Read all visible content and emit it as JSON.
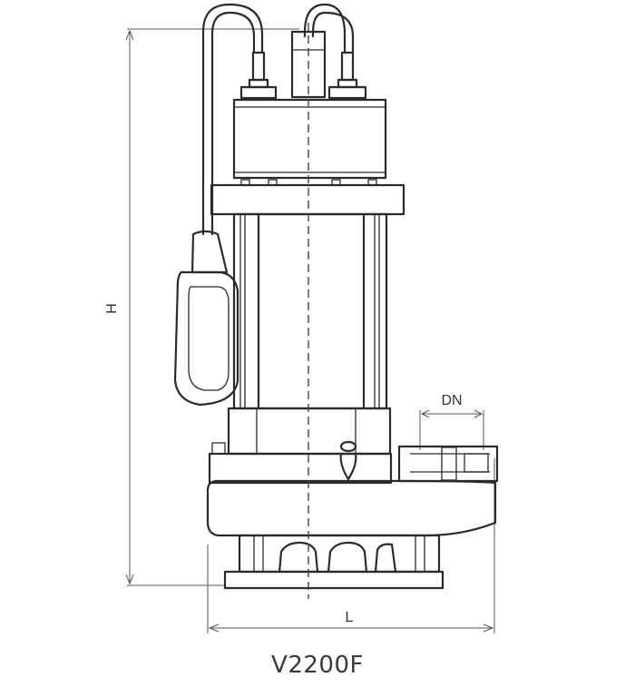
{
  "dimensions": {
    "height_label": "H",
    "length_label": "L",
    "outlet_label": "DN"
  },
  "model": "V2200F",
  "colors": {
    "line": "#2b2b2b",
    "dimension": "#555555",
    "background": "#ffffff"
  }
}
